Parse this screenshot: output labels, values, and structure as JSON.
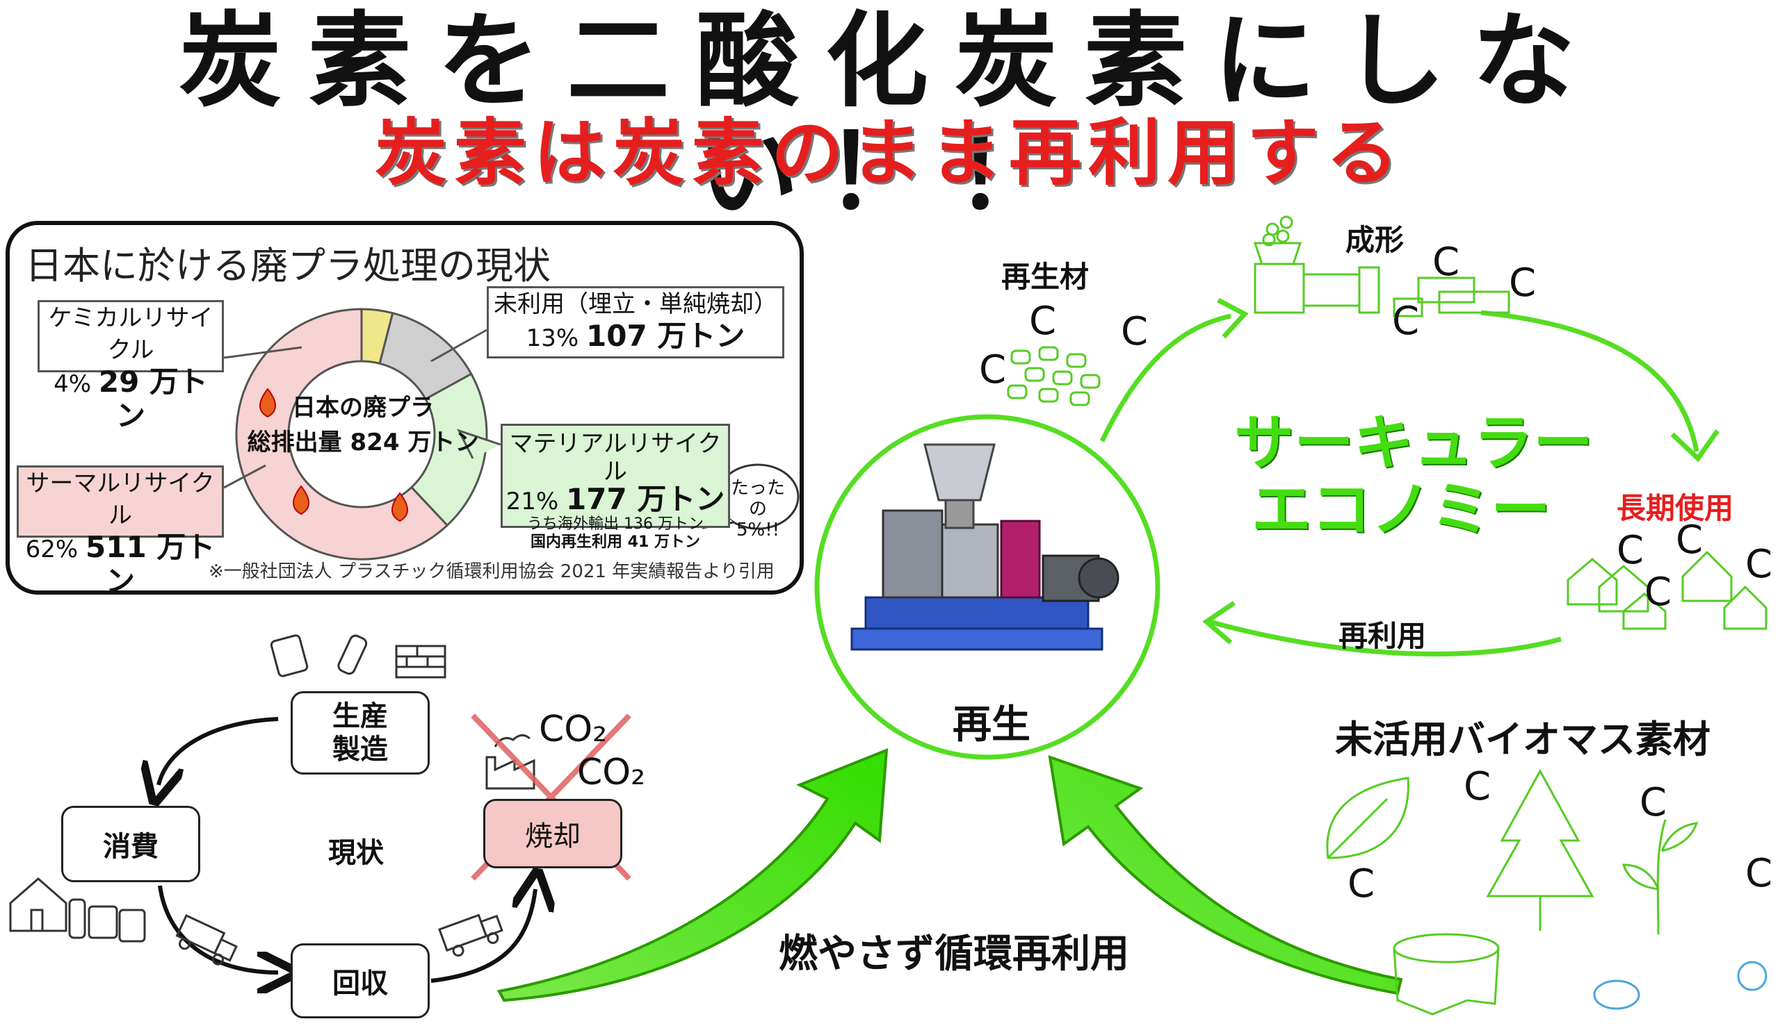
{
  "header": {
    "title": "炭素を二酸化炭素にしない！！",
    "subtitle": "炭素は炭素のまま再利用する"
  },
  "panel": {
    "title": "日本に於ける廃プラ処理の現状",
    "center_line1": "日本の廃プラ",
    "center_line2": "総排出量 824 万トン",
    "source": "※一般社団法人 プラスチック循環利用協会 2021 年実績報告より引用",
    "callouts": {
      "chemical_name": "ケミカルリサイクル",
      "chemical_pct": "4%",
      "chemical_amount": "29 万トン",
      "unused_name": "未利用（埋立・単純焼却）",
      "unused_pct": "13%",
      "unused_amount": "107 万トン",
      "material_name": "マテリアルリサイクル",
      "material_pct": "21%",
      "material_amount": "177 万トン",
      "material_export": "うち海外輸出 136 万トン",
      "material_domestic": "国内再生利用 41 万トン",
      "thermal_name": "サーマルリサイクル",
      "thermal_pct": "62%",
      "thermal_amount": "511 万トン",
      "bubble_line1": "たったの",
      "bubble_line2": "5%!!"
    }
  },
  "chart_data": {
    "type": "pie",
    "categories": [
      "ケミカルリサイクル",
      "未利用（埋立・単純焼却）",
      "マテリアルリサイクル",
      "サーマルリサイクル"
    ],
    "values": [
      4,
      13,
      21,
      62
    ],
    "colors": [
      "#f2e68a",
      "#cfcfcf",
      "#d9f5d3",
      "#f8d3d3"
    ]
  },
  "current_cycle": {
    "production": "生産\n製造",
    "consumption": "消費",
    "collection": "回収",
    "incineration": "焼却",
    "center_label": "現状",
    "co2_a": "CO₂",
    "co2_b": "CO₂"
  },
  "circular": {
    "regeneration": "再生",
    "recycled_material": "再生材",
    "molding": "成形",
    "long_term_use": "長期使用",
    "reuse": "再利用",
    "economy_line1": "サーキュラー",
    "economy_line2": "エコノミー",
    "no_burn": "燃やさず循環再利用",
    "biomass": "未活用バイオマス素材",
    "carbon": "C"
  },
  "colors": {
    "accent_green": "#55dd22",
    "red": "#e61e1e",
    "economy_text": "#44dd11"
  }
}
